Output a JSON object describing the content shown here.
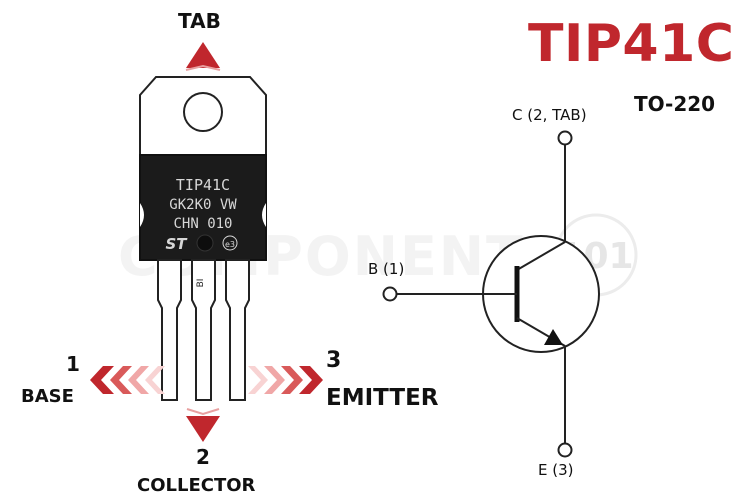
{
  "part_name": "TIP41C",
  "package": "TO-220",
  "watermark": "COMPONENTS",
  "watermark_suffix": "101",
  "body_marking": {
    "line1": "TIP41C",
    "line2": "GK2K0 VW",
    "line3": "CHN 010",
    "logo": "ST",
    "eco_mark": "e3",
    "lead_mark": "BI"
  },
  "pins": {
    "tab": {
      "label": "TAB"
    },
    "base": {
      "number": "1",
      "label": "BASE"
    },
    "collector": {
      "number": "2",
      "label": "COLLECTOR"
    },
    "emitter": {
      "number": "3",
      "label": "EMITTER"
    }
  },
  "symbol": {
    "collector_label": "C (2, TAB)",
    "base_label": "B (1)",
    "emitter_label": "E (3)"
  },
  "colors": {
    "accent": "#c0272d",
    "body": "#1b1b1b",
    "tab_fill": "#ffffff",
    "outline": "#222222"
  }
}
